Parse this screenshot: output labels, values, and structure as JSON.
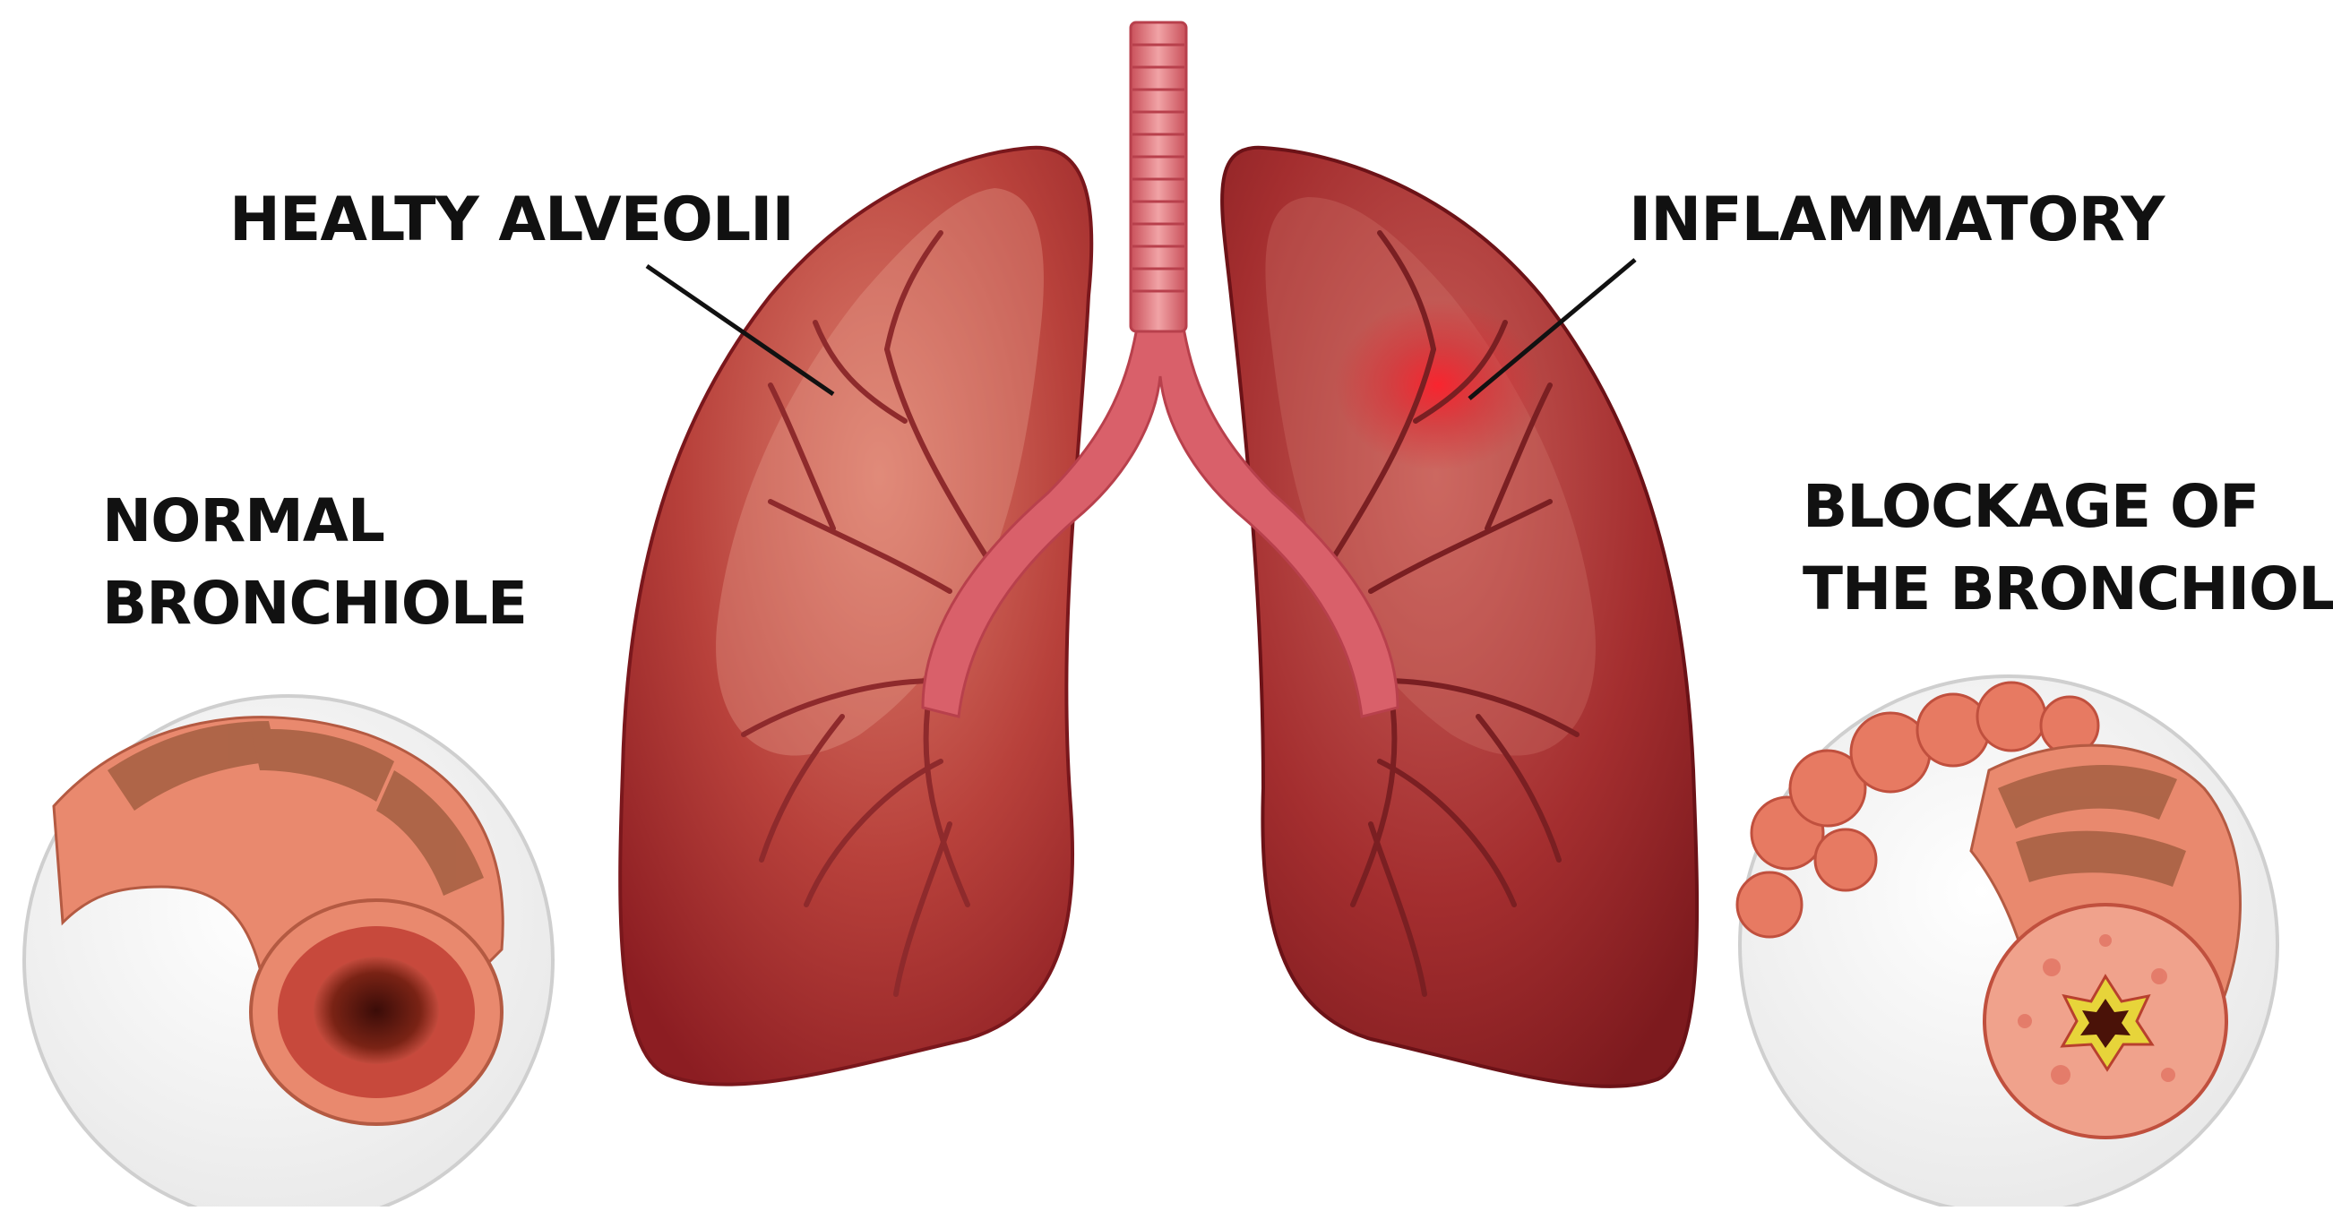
{
  "labels": {
    "healthy": "HEALTY ALVEOLII",
    "inflammatory": "INFLAMMATORY",
    "normal_line1": "NORMAL",
    "normal_line2": "BRONCHIOLE",
    "blockage_line1": "BLOCKAGE OF",
    "blockage_line2": "THE BRONCHIOLE"
  },
  "colors": {
    "lung_dark": "#8e1f22",
    "lung_mid": "#b83a36",
    "lung_light": "#d8766a",
    "trachea": "#e0767a",
    "inflammation": "#e0202a",
    "bronchiole_wall": "#e9896e",
    "muscle_band": "#a86244",
    "mucus": "#e7d43a",
    "circle_border": "#cfcfcf"
  }
}
